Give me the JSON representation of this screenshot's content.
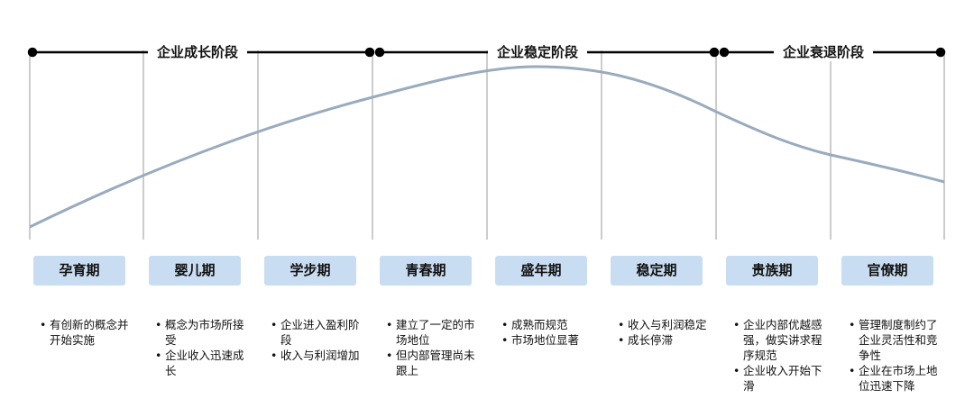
{
  "stages": [
    {
      "title": "企业成长阶段"
    },
    {
      "title": "企业稳定阶段"
    },
    {
      "title": "企业衰退阶段"
    }
  ],
  "phases": [
    {
      "name": "孕育期",
      "points": [
        "有创新的概念并开始实施"
      ]
    },
    {
      "name": "婴儿期",
      "points": [
        "概念为市场所接受",
        "企业收入迅速成长"
      ]
    },
    {
      "name": "学步期",
      "points": [
        "企业进入盈利阶段",
        "收入与利润增加"
      ]
    },
    {
      "name": "青春期",
      "points": [
        "建立了一定的市场地位",
        "但内部管理尚未跟上"
      ]
    },
    {
      "name": "盛年期",
      "points": [
        "成熟而规范",
        "市场地位显著"
      ]
    },
    {
      "name": "稳定期",
      "points": [
        "收入与利润稳定",
        "成长停滞"
      ]
    },
    {
      "name": "贵族期",
      "points": [
        "企业内部优越感强，做实讲求程序规范",
        "企业收入开始下滑"
      ]
    },
    {
      "name": "官僚期",
      "points": [
        "管理制度制约了企业灵活性和竞争性",
        "企业在市场上地位迅速下降"
      ]
    }
  ],
  "colors": {
    "curve": "#9aabbd",
    "box": "#c9ddf2",
    "line": "#000000",
    "divider": "#999999"
  }
}
